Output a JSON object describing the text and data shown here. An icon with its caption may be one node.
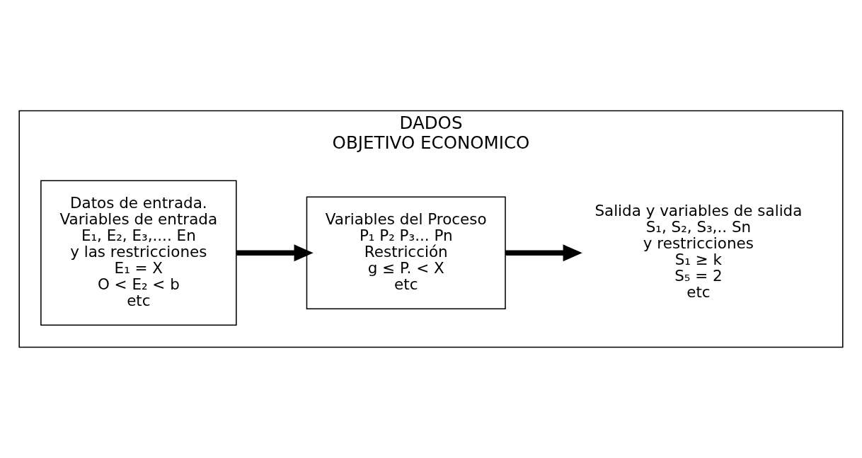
{
  "diagram": {
    "nodes": [
      {
        "text": [
          "DADOS",
          "OBJETIVO ECONOMICO"
        ]
      },
      {
        "text": [
          "Datos de entrada.",
          "Variables de entrada",
          "E₁, E₂, E₃,.... En",
          "y las restricciones",
          "E₁ = X",
          "O < E₂ < b",
          "etc"
        ],
        "in": 0
      },
      {
        "text": [
          "Variables del Proceso",
          "P₁ P₂ P₃... Pn",
          "Restricción",
          "g ≤ P. < X",
          "etc"
        ],
        "in": 0
      },
      {
        "text": [
          "Salida y variables de salida",
          "S₁, S₂, S₃,.. Sn",
          "y restricciones",
          "S₁ ≥ k",
          "S₅ = 2",
          "etc"
        ],
        "in": 0
      }
    ],
    "edges": [
      {
        "from": 1,
        "to": 2,
        "arrow": "to"
      },
      {
        "from": 2,
        "to": 3,
        "arrow": "to"
      }
    ]
  }
}
